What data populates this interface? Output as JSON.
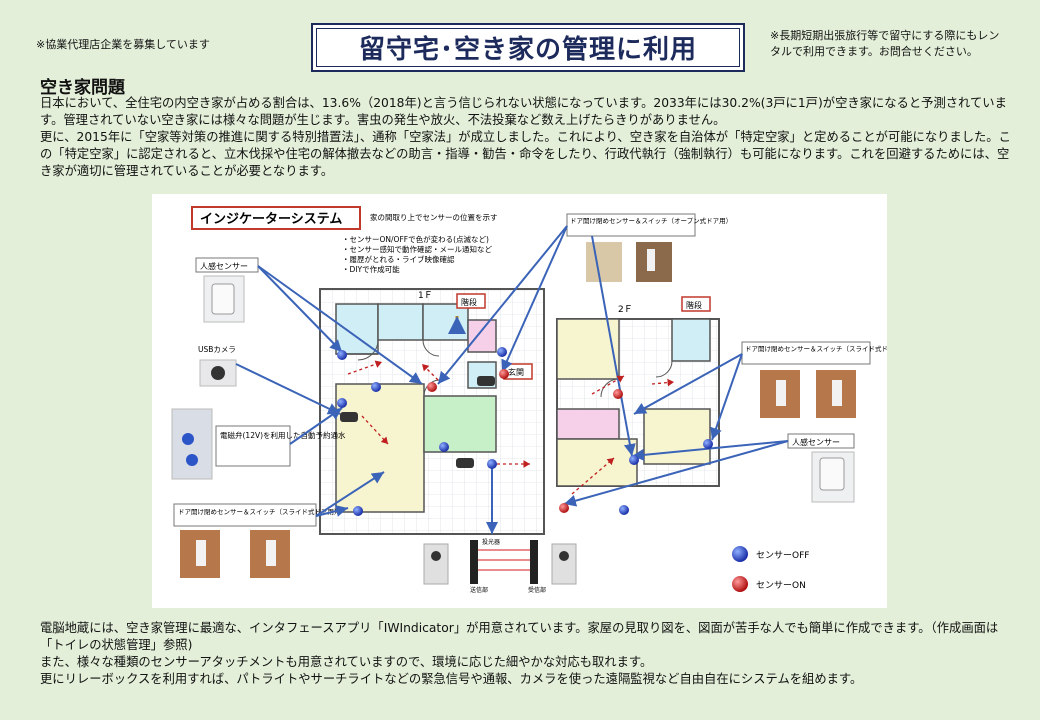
{
  "header": {
    "note_left": "※協業代理店企業を募集しています",
    "title": "留守宅･空き家の管理に利用",
    "note_right": "※長期短期出張旅行等で留守にする際にもレンタルで利用できます。お問合せください。"
  },
  "section": {
    "heading": "空き家問題",
    "paragraphs": [
      "日本において、全住宅の内空き家が占める割合は、13.6%（2018年)と言う信じられない状態になっています。2033年には30.2%(3戸に1戸)が空き家になると予測されています。管理されていない空き家には様々な問題が生じます。害虫の発生や放火、不法投棄など数え上げたらきりがありません。",
      "更に、2015年に「空家等対策の推進に関する特別措置法」、通称「空家法」が成立しました。これにより、空き家を自治体が「特定空家」と定めることが可能になりました。この「特定空家」に認定されると、立木伐採や住宅の解体撤去などの助言・指導・勧告・命令をしたり、行政代執行（強制執行）も可能になります。これを回避するためには、空き家が適切に管理されていることが必要となります。"
    ]
  },
  "diagram": {
    "title": "インジケーターシステム",
    "subtitle": "家の間取り上でセンサーの位置を示す",
    "features": [
      "・センサーON/OFFで色が変わる(点滅など)",
      "・センサー感知で動作確認・メール通知など",
      "・履歴がとれる・ライブ映像確認",
      "・DIYで作成可能"
    ],
    "labels": {
      "motion_sensor_left": "人感センサー",
      "usb_camera": "USBカメラ",
      "solenoid_valve": "電磁弁(12V)を利用した自動予約通水",
      "door_sensor_slide_left": "ドア開け閉めセンサー＆スイッチ（スライド式ドア用）",
      "door_sensor_open": "ドア開け閉めセンサー＆スイッチ（オープン式ドア用）",
      "door_sensor_slide_right": "ドア開け閉めセンサー＆スイッチ（スライド式ドア用）",
      "motion_sensor_right": "人感センサー",
      "floor_1": "1Ｆ",
      "floor_2": "2Ｆ",
      "stairs_1f": "階段",
      "stairs_2f": "階段",
      "entrance": "玄関",
      "transmitter": "送信部",
      "receiver": "受信部",
      "projector": "投光器"
    },
    "legend": {
      "off": "センサーOFF",
      "on": "センサーON"
    },
    "colors": {
      "sensor_off": "#1e3fbf",
      "sensor_on": "#d01818",
      "arrow": "#3b64b8",
      "title_border": "#c0392b",
      "floor_line": "#555555",
      "room_blue": "#d0eef5",
      "room_green": "#c8f0c8",
      "room_yellow": "#f7f4d0",
      "room_pink": "#f5d0e8"
    }
  },
  "footer": {
    "paragraphs": [
      "電脳地蔵には、空き家管理に最適な、インタフェースアプリ「IWIndicator」が用意されています。家屋の見取り図を、図面が苦手な人でも簡単に作成できます。（作成画面は「トイレの状態管理」参照)",
      "また、様々な種類のセンサーアタッチメントも用意されていますので、環境に応じた細やかな対応も取れます。",
      "更にリレーボックスを利用すれば、パトライトやサーチライトなどの緊急信号や通報、カメラを使った遠隔監視など自由自在にシステムを組めます。"
    ]
  }
}
